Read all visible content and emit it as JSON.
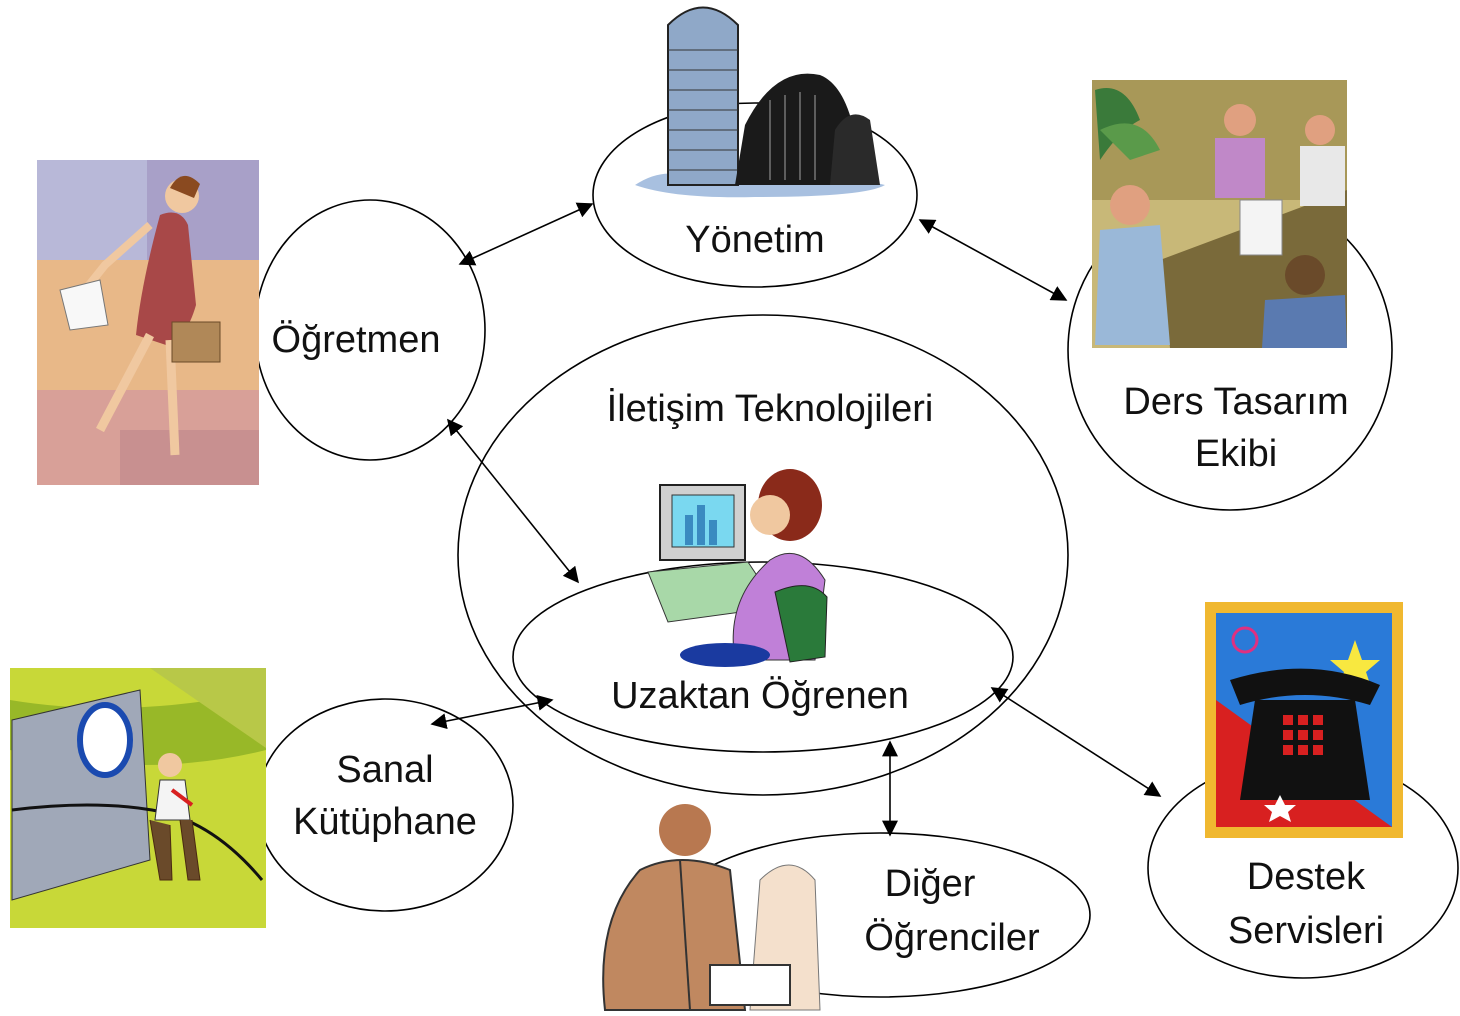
{
  "nodes": {
    "yonetim": "Yönetim",
    "ogretmen": "Öğretmen",
    "iletisim": "İletişim Teknolojileri",
    "uzaktan": "Uzaktan Öğrenen",
    "ders_line1": "Ders Tasarım",
    "ders_line2": "Ekibi",
    "sanal_line1": "Sanal",
    "sanal_line2": "Kütüphane",
    "diger_line1": "Diğer",
    "diger_line2": "Öğrenciler",
    "destek_line1": "Destek",
    "destek_line2": "Servisleri"
  },
  "illustrations": [
    "woman-teacher-clipart",
    "buildings-clipart",
    "meeting-team-clipart",
    "student-at-computer-clipart",
    "digital-library-clipart",
    "telephone-stamp-clipart",
    "students-clipart"
  ],
  "colors": {
    "stroke": "#000000",
    "text": "#111111"
  }
}
